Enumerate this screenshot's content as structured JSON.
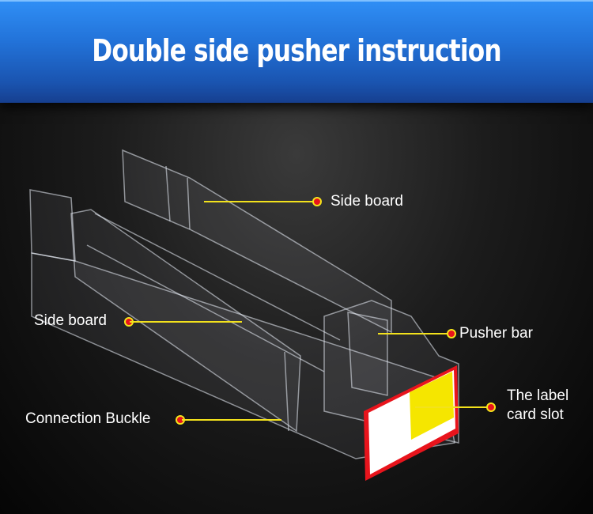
{
  "header": {
    "title": "Double side pusher instruction",
    "color": "#2272d8"
  },
  "callouts": [
    {
      "id": "side-board-top",
      "label": "Side board"
    },
    {
      "id": "side-board-left",
      "label": "Side board"
    },
    {
      "id": "pusher-bar",
      "label": "Pusher bar"
    },
    {
      "id": "connection-buckle",
      "label": "Connection Buckle"
    },
    {
      "id": "label-card-slot",
      "label_line1": "The label",
      "label_line2": "card slot"
    }
  ],
  "colors": {
    "leader_line": "#f3e21c",
    "dot": "#e8141c",
    "label_card_border": "#e8141c",
    "label_card_highlight": "#f5e600"
  }
}
